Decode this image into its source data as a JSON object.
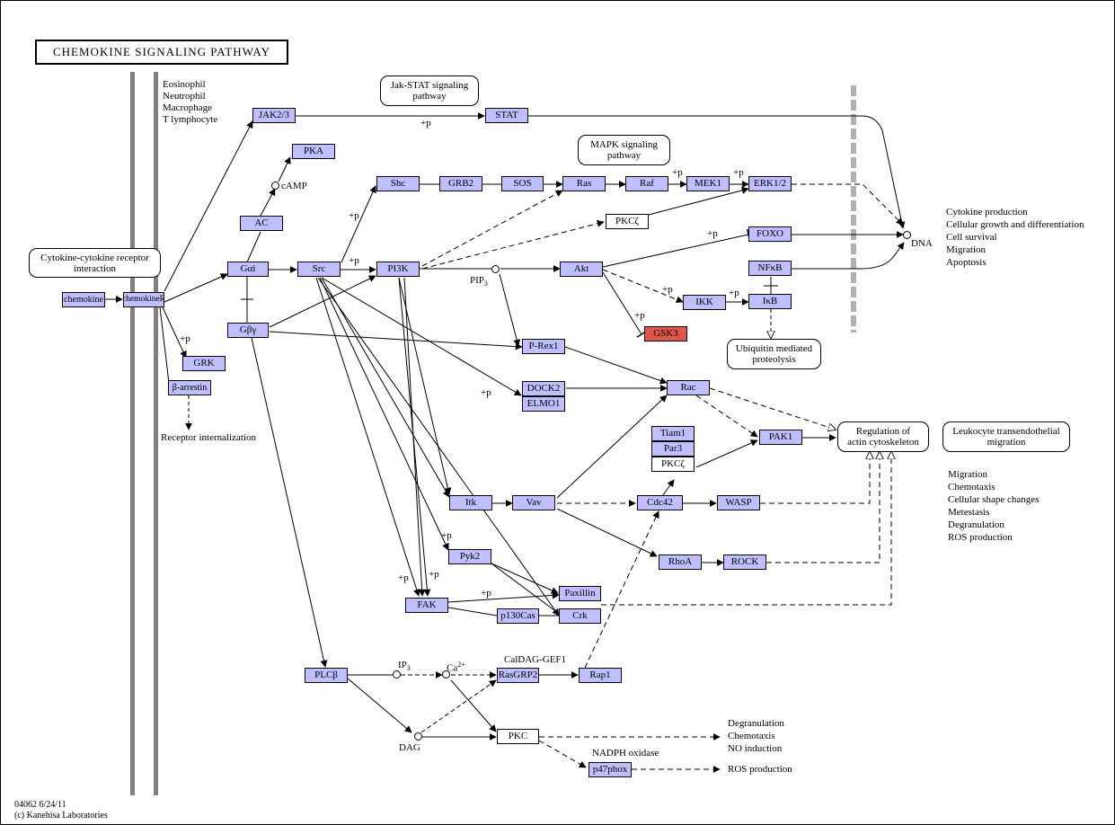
{
  "title": "CHEMOKINE SIGNALING PATHWAY",
  "footer": {
    "id": "04062 6/24/11",
    "copyright": "(c) Kanehisa Laboratories"
  },
  "cell_types": "Eosinophil\nNeutrophil\nMacrophage\nT lymphocyte",
  "genes": {
    "chemokine": "chemokine",
    "chemokineR": "chemokineR",
    "jak": "JAK2/3",
    "stat": "STAT",
    "pka": "PKA",
    "ac": "AC",
    "gai": "Gαi",
    "gby": "Gβγ",
    "grk": "GRK",
    "barr": "β-arrestin",
    "src": "Src",
    "shc": "Shc",
    "grb2": "GRB2",
    "sos": "SOS",
    "ras": "Ras",
    "raf": "Raf",
    "mek": "MEK1",
    "erk": "ERK1/2",
    "pkcz1": "PKCζ",
    "foxo": "FOXO",
    "nfkb": "NFκB",
    "pi3k": "PI3K",
    "akt": "Akt",
    "ikk": "IKK",
    "ikb": "IκB",
    "gsk3": "GSK3",
    "prex": "P-Rex1",
    "dock2": "DOCK2",
    "elmo1": "ELMO1",
    "rac": "Rac",
    "pak1": "PAK1",
    "tiam1": "Tiam1",
    "par3": "Par3",
    "pkcz2": "PKCζ",
    "itk": "Itk",
    "vav": "Vav",
    "cdc42": "Cdc42",
    "wasp": "WASP",
    "rhoa": "RhoA",
    "rock": "ROCK",
    "pyk2": "Pyk2",
    "paxillin": "Paxillin",
    "fak": "FAK",
    "p130": "p130Cas",
    "crk": "Crk",
    "plcb": "PLCβ",
    "rasgrp2": "RasGRP2",
    "rap1": "Rap1",
    "pkc": "PKC",
    "p47": "p47phox"
  },
  "compounds": {
    "camp": "cAMP",
    "pip3": "PIP",
    "pip3_sub": "3",
    "ip3": "IP",
    "ip3_sub": "3",
    "ca": "Ca",
    "ca_sup": "2+",
    "dag": "DAG",
    "dna": "DNA"
  },
  "pathways": {
    "jakstat": "Jak-STAT signaling\npathway",
    "mapk": "MAPK signaling\npathway",
    "cytokine": "Cytokine-cytokine receptor\ninteraction",
    "ubiquitin": "Ubiquitin mediated\nproteolysis",
    "actin": "Regulation of\nactin cytoskeleton",
    "leukocyte": "Leukocyte transendothelial\nmigration"
  },
  "labels": {
    "receptor_internalization": "Receptor internalization",
    "dna_outputs": "Cytokine production\nCellular growth and differentiation\nCell survival\nMigration\nApoptosis",
    "actin_outputs": "Migration\nChemotaxis\nCellular shape changes\nMetestasis\nDegranulation\nROS production",
    "pkc_outputs": "Degranulation\nChemotaxis\nNO induction",
    "ros": "ROS production",
    "caldag": "CalDAG-GEF1",
    "nadph": "NADPH oxidase",
    "plus_p": "+p"
  }
}
